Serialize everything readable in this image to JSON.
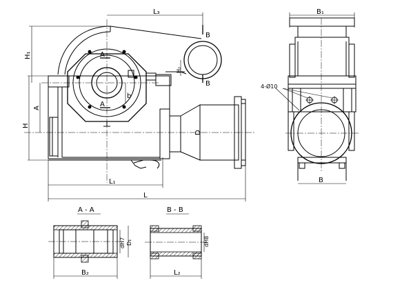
{
  "labels": {
    "L3": "L₃",
    "H1": "H₁",
    "A_dim": "A",
    "H": "H",
    "A_top": "A",
    "A_bottom": "A",
    "B_top": "B",
    "B_bottom": "B",
    "H2": "H₂",
    "b": "b",
    "D": "D",
    "L1": "L₁",
    "L": "L",
    "B1": "B₁",
    "B_side": "B",
    "callout_2x10": "4-Ø10",
    "section_AA": "A - A",
    "section_BB": "B - B",
    "dH7": "dH7",
    "D1": "D₁",
    "B2": "B₂",
    "dH8": "dH8",
    "L2": "L₂"
  }
}
